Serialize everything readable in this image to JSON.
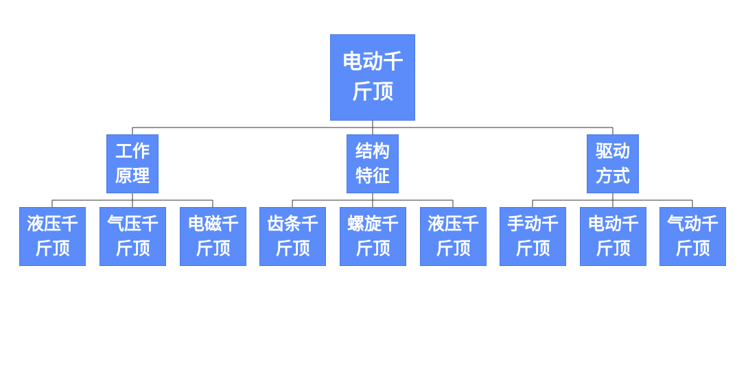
{
  "diagram": {
    "root": {
      "label": "电动千\n斤顶"
    },
    "groups": [
      {
        "label": "工作\n原理",
        "children": [
          {
            "label": "液压千\n斤顶"
          },
          {
            "label": "气压千\n斤顶"
          },
          {
            "label": "电磁千\n斤顶"
          }
        ]
      },
      {
        "label": "结构\n特征",
        "children": [
          {
            "label": "齿条千\n斤顶"
          },
          {
            "label": "螺旋千\n斤顶"
          },
          {
            "label": "液压千\n斤顶"
          }
        ]
      },
      {
        "label": "驱动\n方式",
        "children": [
          {
            "label": "手动千\n斤顶"
          },
          {
            "label": "电动千\n斤顶"
          },
          {
            "label": "气动千\n斤顶"
          }
        ]
      }
    ],
    "colors": {
      "node_fill": "#5b8cfa",
      "node_border": "#4a78e6",
      "node_text": "#ffffff",
      "connector": "#333333"
    }
  }
}
